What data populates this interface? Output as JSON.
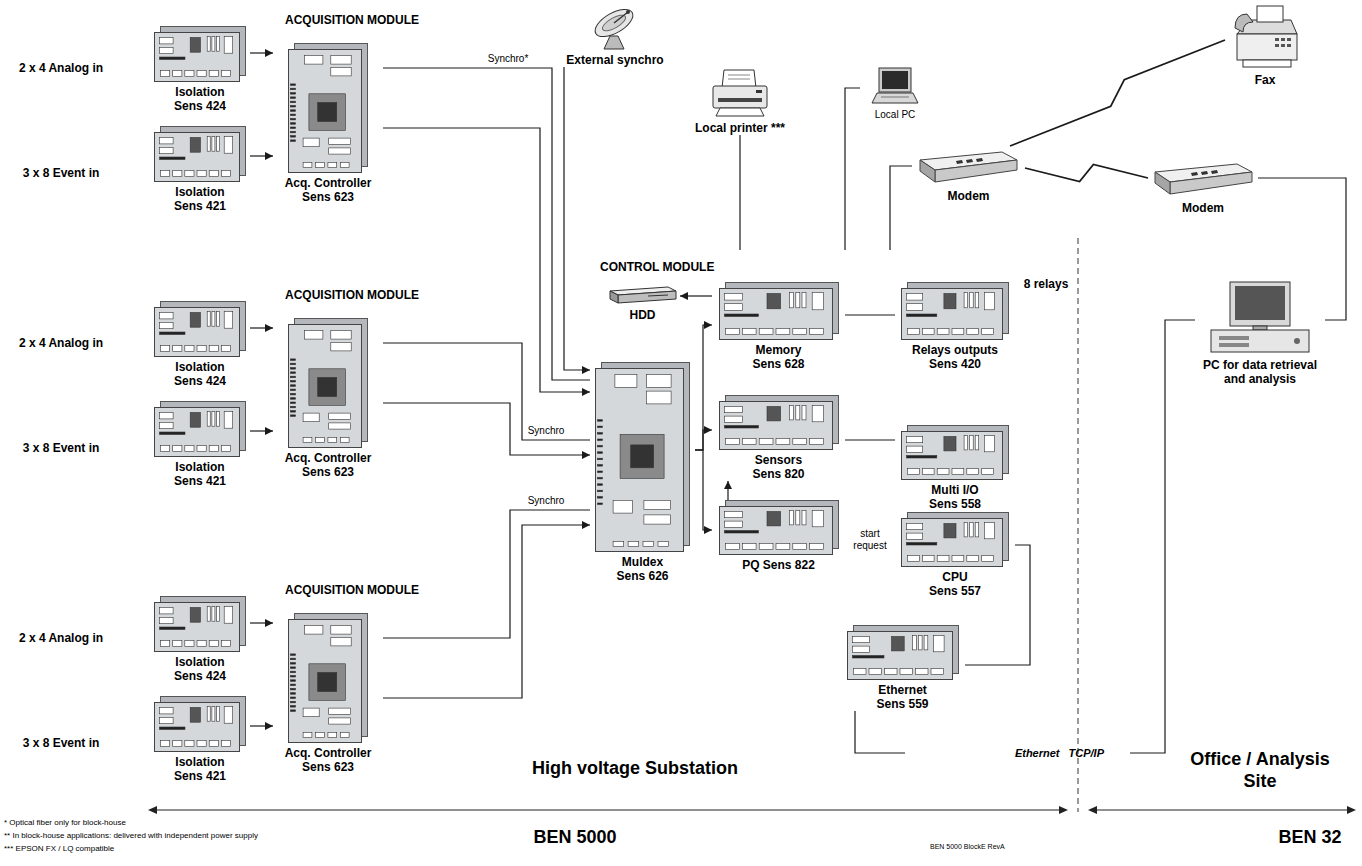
{
  "diagram": {
    "nodes": [
      {
        "text": [
          "2 x 4 Analog in"
        ]
      },
      {
        "text": [
          "3 x 8 Event in"
        ]
      },
      {
        "text": [
          "ACQUISITION MODULE"
        ]
      },
      {
        "text": [
          "Isolation Sens 424"
        ],
        "in": 2
      },
      {
        "text": [
          "Isolation Sens 421"
        ],
        "in": 2
      },
      {
        "text": [
          "Acq. Controller Sens 623"
        ],
        "in": 2
      },
      {
        "text": [
          "2 x 4 Analog in"
        ]
      },
      {
        "text": [
          "3 x 8 Event in"
        ]
      },
      {
        "text": [
          "ACQUISITION MODULE"
        ]
      },
      {
        "text": [
          "Isolation Sens 424"
        ],
        "in": 8
      },
      {
        "text": [
          "Isolation Sens 421"
        ],
        "in": 8
      },
      {
        "text": [
          "Acq. Controller Sens 623"
        ],
        "in": 8
      },
      {
        "text": [
          "2 x 4 Analog in"
        ]
      },
      {
        "text": [
          "3 x 8 Event in"
        ]
      },
      {
        "text": [
          "ACQUISITION MODULE"
        ]
      },
      {
        "text": [
          "Isolation Sens 424"
        ],
        "in": 14
      },
      {
        "text": [
          "Isolation Sens 421"
        ],
        "in": 14
      },
      {
        "text": [
          "Acq. Controller Sens 623"
        ],
        "in": 14
      },
      {
        "text": [
          "External synchro"
        ]
      },
      {
        "text": [
          "Local printer ***"
        ]
      },
      {
        "text": [
          "Local PC"
        ]
      },
      {
        "text": [
          "Modem"
        ]
      },
      {
        "text": [
          "Fax"
        ]
      },
      {
        "text": [
          "Modem"
        ]
      },
      {
        "text": [
          "CONTROL MODULE"
        ]
      },
      {
        "text": [
          "HDD"
        ],
        "in": 24
      },
      {
        "text": [
          "Memory Sens 628"
        ],
        "in": 24
      },
      {
        "text": [
          "Relays outputs Sens 420"
        ],
        "in": 24
      },
      {
        "text": [
          "Muldex Sens 626"
        ],
        "in": 24
      },
      {
        "text": [
          "Sensors Sens 820"
        ],
        "in": 24
      },
      {
        "text": [
          "Multi I/O Sens 558"
        ],
        "in": 24
      },
      {
        "text": [
          "PQ Sens 822"
        ],
        "in": 24
      },
      {
        "text": [
          "CPU Sens 557"
        ],
        "in": 24
      },
      {
        "text": [
          "Ethernet Sens 559"
        ],
        "in": 24
      },
      {
        "text": [
          "8 relays"
        ]
      },
      {
        "text": [
          "PC for data retrieval and analysis"
        ]
      },
      {
        "text": [
          "Ethernet TCP/IP"
        ]
      }
    ],
    "edges": [
      {
        "from": 3,
        "to": 5,
        "arrow": "to"
      },
      {
        "from": 4,
        "to": 5,
        "arrow": "to"
      },
      {
        "from": 9,
        "to": 11,
        "arrow": "to"
      },
      {
        "from": 10,
        "to": 11,
        "arrow": "to"
      },
      {
        "from": 15,
        "to": 17,
        "arrow": "to"
      },
      {
        "from": 16,
        "to": 17,
        "arrow": "to"
      },
      {
        "from": 5,
        "to": 28,
        "label": "Synchro*",
        "arrow": "none"
      },
      {
        "from": 5,
        "to": 28,
        "arrow": "to"
      },
      {
        "from": 11,
        "to": 28,
        "label": "Synchro",
        "arrow": "none"
      },
      {
        "from": 11,
        "to": 28,
        "arrow": "to"
      },
      {
        "from": 17,
        "to": 28,
        "label": "Synchro",
        "arrow": "none"
      },
      {
        "from": 17,
        "to": 28,
        "arrow": "to"
      },
      {
        "from": 18,
        "to": 28,
        "arrow": "to"
      },
      {
        "from": 19,
        "to": 24,
        "arrow": "none"
      },
      {
        "from": 20,
        "to": 24,
        "arrow": "none"
      },
      {
        "from": 21,
        "to": 24,
        "arrow": "none"
      },
      {
        "from": 21,
        "to": 23,
        "arrow": "none"
      },
      {
        "from": 21,
        "to": 22,
        "arrow": "none"
      },
      {
        "from": 23,
        "to": 35,
        "arrow": "none"
      },
      {
        "from": 26,
        "to": 25,
        "arrow": "to"
      },
      {
        "from": 28,
        "to": 26,
        "arrow": "to"
      },
      {
        "from": 28,
        "to": 29,
        "arrow": "to"
      },
      {
        "from": 28,
        "to": 31,
        "arrow": "to"
      },
      {
        "from": 31,
        "to": 29,
        "arrow": "to"
      },
      {
        "from": 26,
        "to": 27,
        "arrow": "none"
      },
      {
        "from": 29,
        "to": 30,
        "arrow": "none"
      },
      {
        "from": 31,
        "to": 32,
        "label": "start request",
        "arrow": "to"
      },
      {
        "from": 32,
        "to": 33,
        "arrow": "none"
      },
      {
        "from": 33,
        "to": 36,
        "arrow": "none"
      },
      {
        "from": 36,
        "to": 35,
        "arrow": "none"
      }
    ],
    "labels": [
      "High voltage Substation",
      "Office / Analysis Site",
      "BEN 5000",
      "BEN 32",
      "* Optical fiber only for block-house",
      "** In block-house applications: delivered with independent power supply",
      "*** EPSON FX / LQ compatible",
      "BEN 5000 BlockE RevA"
    ]
  }
}
